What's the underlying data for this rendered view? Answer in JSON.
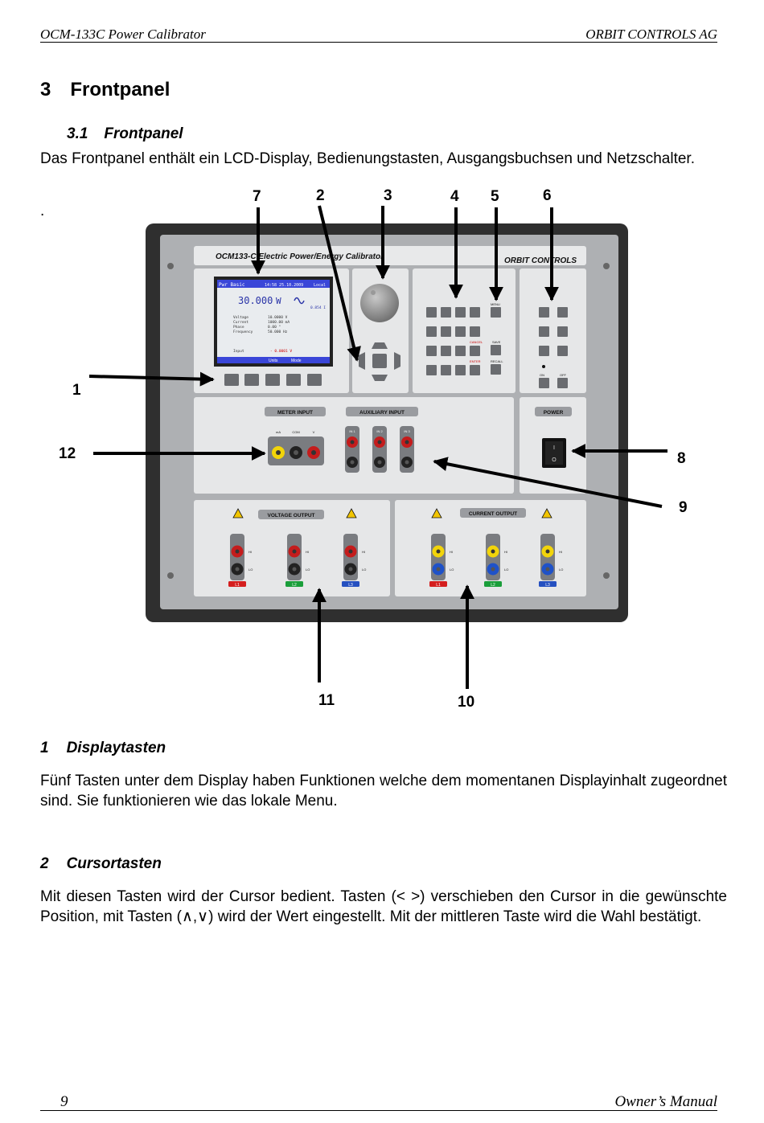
{
  "header": {
    "left": "OCM-133C Power Calibrator",
    "right": "ORBIT CONTROLS AG"
  },
  "section": {
    "number": "3",
    "title": "Frontpanel"
  },
  "subsection": {
    "number": "3.1",
    "title": "Frontpanel"
  },
  "intro_text": "Das Frontpanel enthält ein LCD-Display, Bedienungstasten, Ausgangsbuchsen und Netzschalter.",
  "stray_dot": ".",
  "callouts": [
    "1",
    "2",
    "3",
    "4",
    "5",
    "6",
    "7",
    "8",
    "9",
    "10",
    "11",
    "12"
  ],
  "device": {
    "title": "OCM133-C  Electric Power/Energy Calibrator",
    "brand": "ORBIT CONTROLS",
    "lcd": {
      "mode": "Pwr Basic",
      "clock": "14:58  25.10.2009",
      "remote": "Local",
      "main_value": "30.000",
      "main_unit": "W",
      "side_value": "0.854 I",
      "rows": [
        {
          "label": "Voltage",
          "value": "10.0000 V"
        },
        {
          "label": "Current",
          "value": "1000.00 mA"
        },
        {
          "label": "Phase",
          "value": "0.00 °"
        },
        {
          "label": "Frequency",
          "value": "50.000 Hz"
        }
      ],
      "input_label": "Input",
      "input_value": "- 0.0001 V",
      "softkeys": [
        "",
        "",
        "Units",
        "Mode",
        ""
      ]
    },
    "keypad_labels": {
      "menu": "MENU",
      "cancel": "CANCEL",
      "save": "SAVE",
      "enter": "ENTER",
      "recall": "RECALL"
    },
    "output_keys": {
      "on": "ON",
      "off": "OFF"
    },
    "power": {
      "label": "POWER",
      "on": "I",
      "off": "O"
    },
    "meter_input": {
      "label": "METER INPUT",
      "jacks": [
        "mA",
        "COM",
        "V"
      ]
    },
    "auxiliary_input": {
      "label": "AUXILIARY INPUT",
      "jacks": [
        "IN 1",
        "IN 2",
        "IN 3"
      ]
    },
    "voltage_output": {
      "label": "VOLTAGE OUTPUT",
      "channels": [
        "L1",
        "L2",
        "L3"
      ],
      "hi": "HI",
      "lo": "LO"
    },
    "current_output": {
      "label": "CURRENT OUTPUT",
      "channels": [
        "L1",
        "L2",
        "L3"
      ],
      "hi": "HI",
      "lo": "LO"
    },
    "colors": {
      "chassis": "#3a3a3a",
      "panel": "#e6e7e8",
      "lcd_bar": "#3a46d8",
      "red": "#c41c1c",
      "yellow": "#f2d40a",
      "blue": "#1f52c8",
      "l1": "#d41e1e",
      "l2": "#1a9e3a",
      "l3": "#2550c0"
    }
  },
  "items": [
    {
      "number": "1",
      "title": "Displaytasten",
      "text": "Fünf Tasten unter dem Display haben Funktionen welche dem momentanen Displayinhalt zugeordnet sind. Sie funktionieren wie das lokale Menu."
    },
    {
      "number": "2",
      "title": "Cursortasten",
      "text": "Mit diesen Tasten wird der Cursor bedient. Tasten (< >) verschieben den Cursor in die gewünschte Position, mit Tasten  (∧,∨) wird der Wert eingestellt. Mit der mittleren Taste wird die Wahl bestätigt."
    }
  ],
  "footer": {
    "page": "9",
    "right": "Owner’s Manual"
  }
}
